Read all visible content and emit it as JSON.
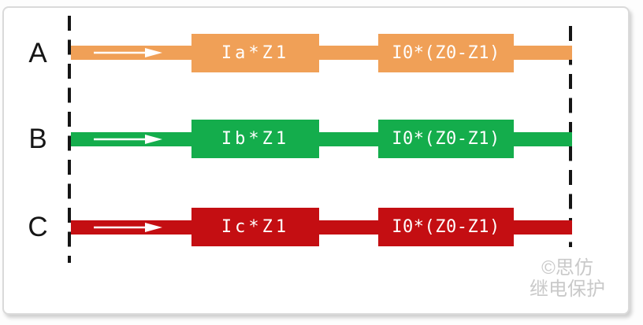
{
  "diagram": {
    "kind": "three-phase impedance voltage-drop diagram",
    "arrow_direction": "right"
  },
  "phases": [
    {
      "label": "A",
      "color": "#F0A057",
      "block1": "Ia*Z1",
      "block2": "I0*(Z0-Z1)"
    },
    {
      "label": "B",
      "color": "#14AD4C",
      "block1": "Ib*Z1",
      "block2": "I0*(Z0-Z1)"
    },
    {
      "label": "C",
      "color": "#C40E12",
      "block1": "Ic*Z1",
      "block2": "I0*(Z0-Z1)"
    }
  ],
  "watermark": {
    "line1": "©思仿",
    "line2": "继电保护"
  },
  "colors": {
    "dashed_boundary": "#151515",
    "block_text": "#ffffff",
    "label_text": "#161616",
    "watermark_text": "#c9c9c9",
    "card_border": "#dadada",
    "card_background": "#ffffff",
    "arrow": "#ffffff"
  }
}
